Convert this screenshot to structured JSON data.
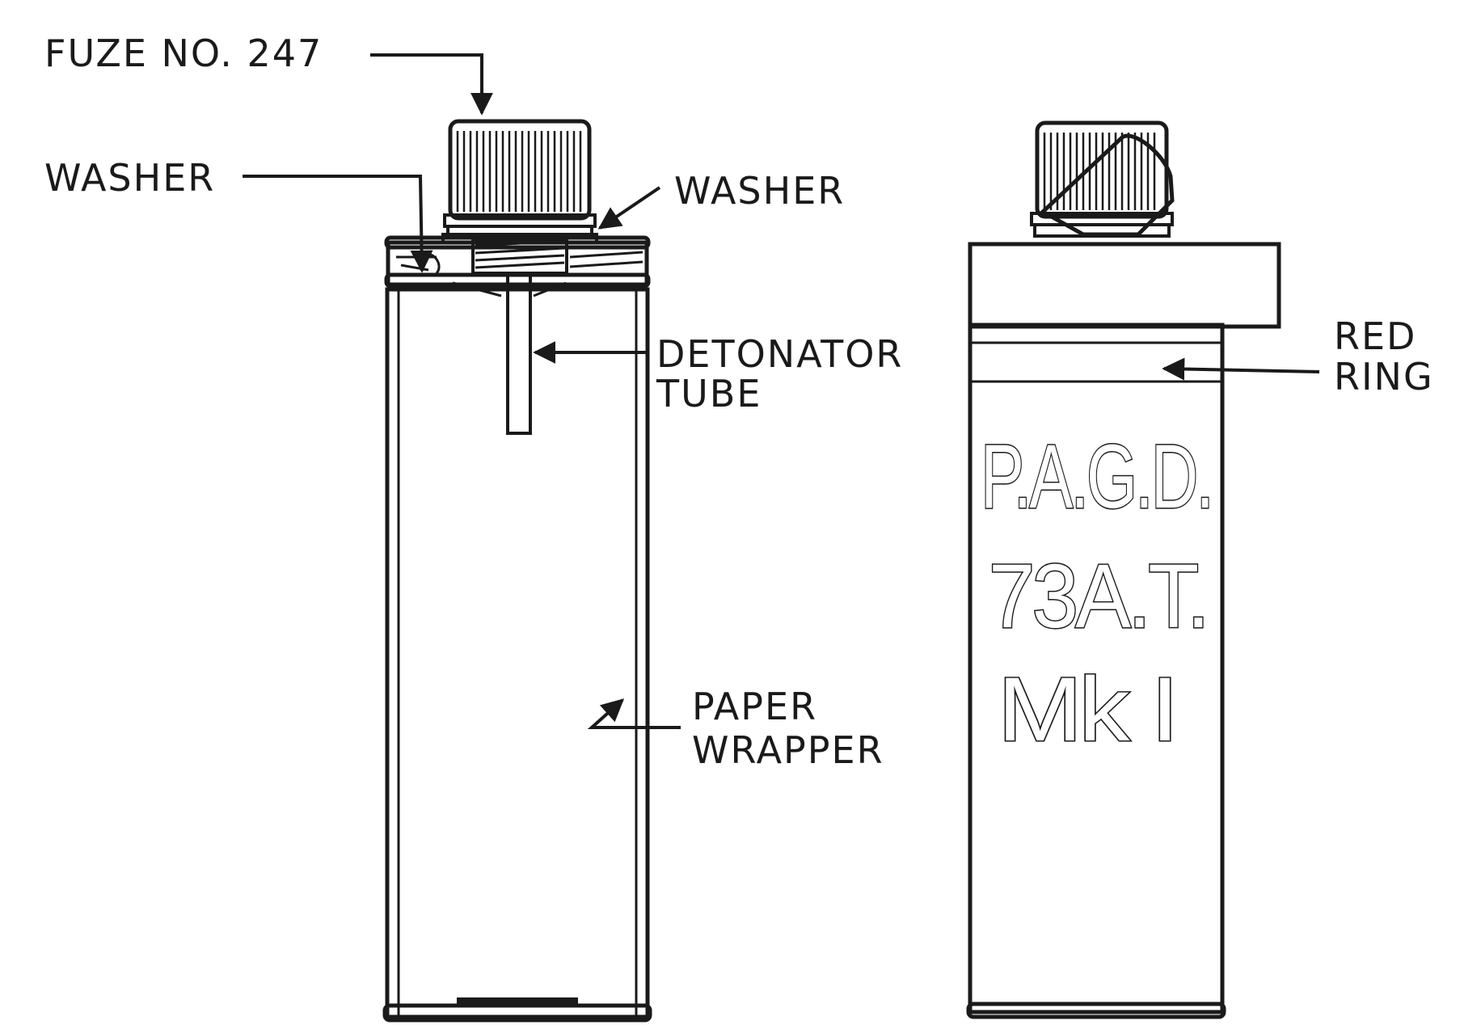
{
  "labels": {
    "fuze": "FUZE NO. 247",
    "washer_left": "WASHER",
    "washer_right": "WASHER",
    "detonator_line1": "DETONATOR",
    "detonator_line2": "TUBE",
    "paper_line1": "PAPER",
    "paper_line2": "WRAPPER",
    "red_ring_line1": "RED",
    "red_ring_line2": "RING"
  },
  "marking": {
    "line1": "P.A.G.D.",
    "line2": "73A.T.",
    "line3": "Mk I"
  },
  "colors": {
    "ink": "#1a1a1a",
    "paper": "#ffffff"
  }
}
